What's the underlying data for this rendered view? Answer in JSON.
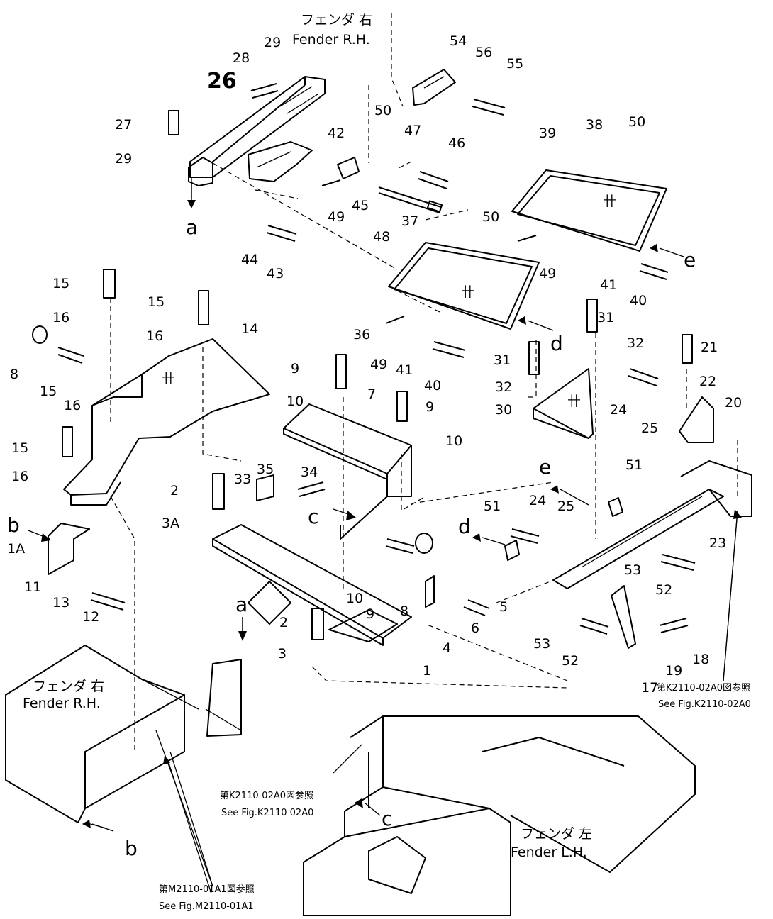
{
  "fender_labels": {
    "top_jp": "フェンダ 右",
    "top_en": "Fender R.H.",
    "left_jp": "フェンダ 右",
    "left_en": "Fender R.H.",
    "bottom_jp": "フェンダ 左",
    "bottom_en": "Fender L.H."
  },
  "references": {
    "right_jp": "第K2110-02A0図参照",
    "right_en": "See Fig.K2110-02A0",
    "center_jp": "第K2110-02A0図参照",
    "center_en": "See Fig.K2110 02A0",
    "bottom_jp": "第M2110-01A1図参照",
    "bottom_en": "See Fig.M2110-01A1"
  },
  "view_letters": [
    "a",
    "b",
    "c",
    "d",
    "e"
  ],
  "part_numbers": [
    "1",
    "1A",
    "2",
    "3",
    "3A",
    "4",
    "5",
    "6",
    "7",
    "8",
    "9",
    "10",
    "11",
    "12",
    "13",
    "14",
    "15",
    "16",
    "17",
    "18",
    "19",
    "20",
    "21",
    "22",
    "23",
    "24",
    "25",
    "26",
    "27",
    "28",
    "29",
    "30",
    "31",
    "32",
    "33",
    "34",
    "35",
    "36",
    "37",
    "38",
    "39",
    "40",
    "41",
    "42",
    "43",
    "44",
    "45",
    "46",
    "47",
    "48",
    "49",
    "50",
    "51",
    "52",
    "53",
    "54",
    "55",
    "56"
  ]
}
